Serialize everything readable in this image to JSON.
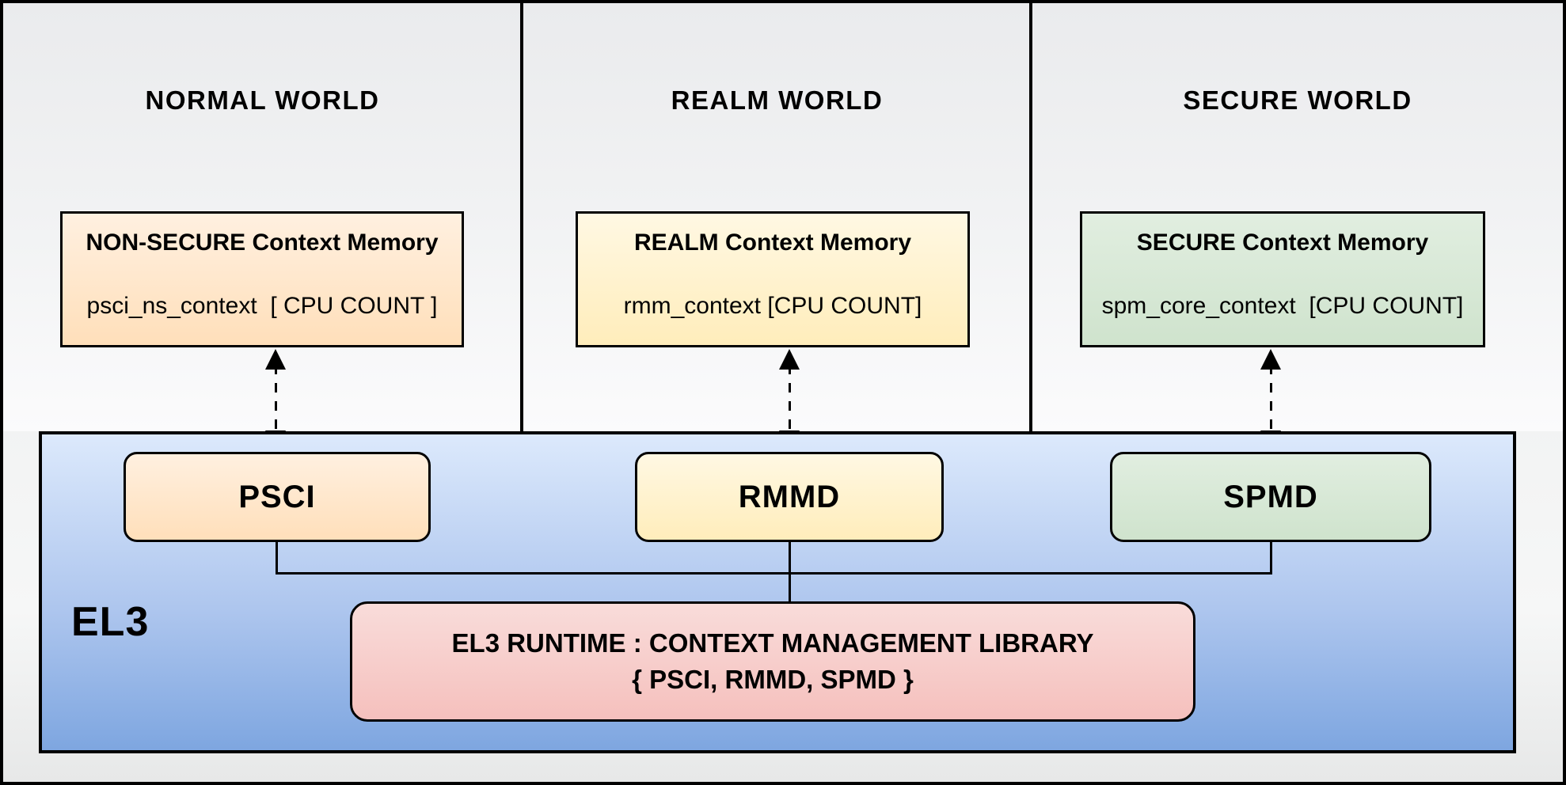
{
  "diagram": {
    "title_implied": "EL3 Runtime Context Management",
    "worlds": [
      {
        "id": "normal",
        "title": "NORMAL WORLD",
        "memory_box": {
          "title": "NON-SECURE Context Memory",
          "code": "psci_ns_context  [ CPU COUNT ]",
          "fill": "#ffe6cc"
        }
      },
      {
        "id": "realm",
        "title": "REALM WORLD",
        "memory_box": {
          "title": "REALM Context Memory",
          "code": "rmm_context [CPU COUNT]",
          "fill": "#fff2cc"
        }
      },
      {
        "id": "secure",
        "title": "SECURE WORLD",
        "memory_box": {
          "title": "SECURE Context Memory",
          "code": "spm_core_context  [CPU COUNT]",
          "fill": "#d5e8d4"
        }
      }
    ],
    "el3": {
      "label": "EL3",
      "dispatchers": [
        {
          "label": "PSCI",
          "fill": "#ffe6cc"
        },
        {
          "label": "RMMD",
          "fill": "#fff2cc"
        },
        {
          "label": "SPMD",
          "fill": "#d5e8d4"
        }
      ],
      "runtime_box": {
        "line1": "EL3 RUNTIME : CONTEXT MANAGEMENT LIBRARY",
        "line2": "{ PSCI, RMMD, SPMD }",
        "fill": "#f8cecc"
      },
      "gradient_top": "#dae8fc",
      "gradient_bottom": "#7ea6e0"
    },
    "connections": [
      {
        "from": "NON-SECURE Context Memory",
        "to": "PSCI",
        "style": "dashed-bidirectional-arrow"
      },
      {
        "from": "REALM Context Memory",
        "to": "RMMD",
        "style": "dashed-bidirectional-arrow"
      },
      {
        "from": "SECURE Context Memory",
        "to": "SPMD",
        "style": "dashed-bidirectional-arrow"
      },
      {
        "from": "PSCI, RMMD, SPMD",
        "to": "EL3 RUNTIME : CONTEXT MANAGEMENT LIBRARY",
        "style": "solid-orthogonal-bus"
      }
    ],
    "palette": {
      "stroke": "#000000",
      "page_background": "#ededee",
      "peach": "#ffe6cc",
      "yellow": "#fff2cc",
      "green": "#d5e8d4",
      "pink": "#f8cecc",
      "el3_blue_top": "#dae8fc",
      "el3_blue_bottom": "#7ea6e0"
    }
  }
}
